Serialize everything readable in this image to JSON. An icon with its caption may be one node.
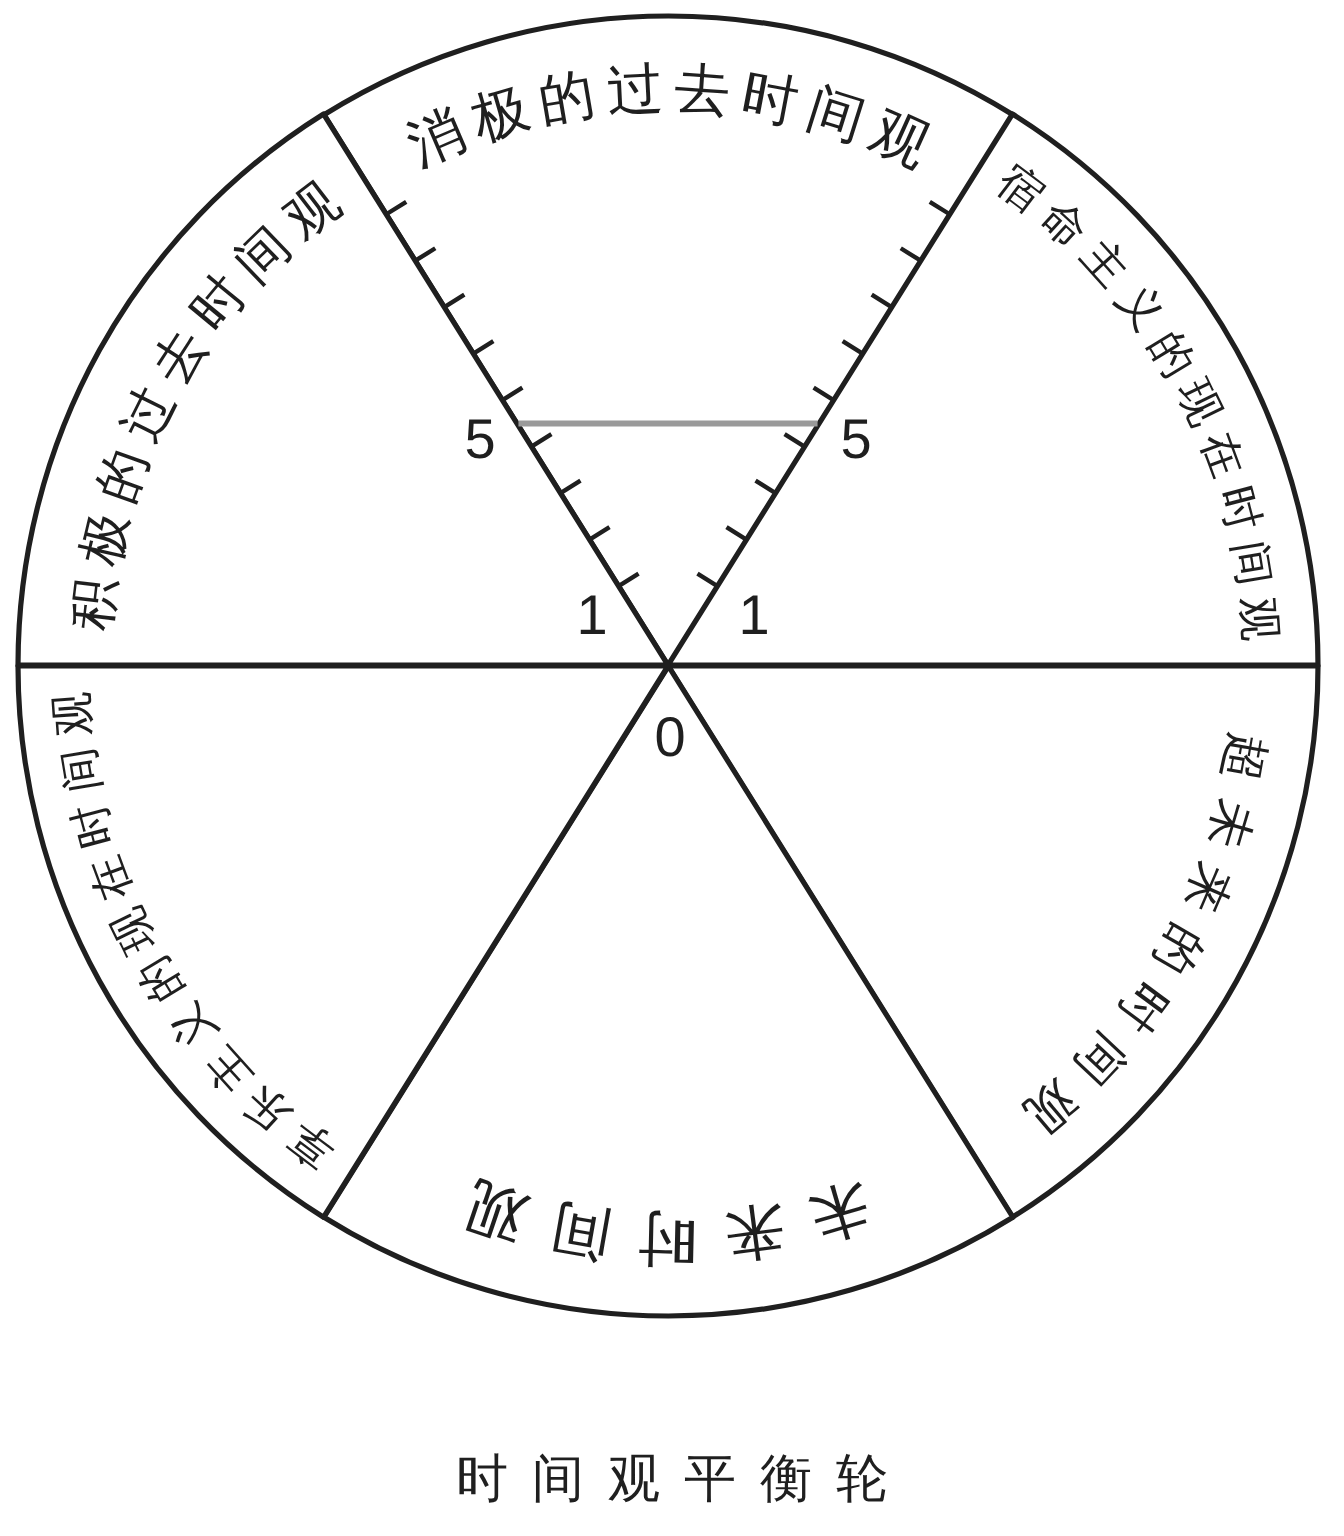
{
  "diagram": {
    "caption": "时间观平衡轮",
    "nodes": [
      {
        "text": [
          "消极的过去时间观"
        ]
      },
      {
        "text": [
          "宿命主义的现在时间观"
        ]
      },
      {
        "text": [
          "超未来的时间观"
        ]
      },
      {
        "text": [
          "未来时间观"
        ]
      },
      {
        "text": [
          "享乐主义的现在时间观"
        ]
      },
      {
        "text": [
          "积极的过去时间观"
        ]
      }
    ],
    "labels": [
      "5",
      "5",
      "1",
      "1",
      "0"
    ]
  }
}
